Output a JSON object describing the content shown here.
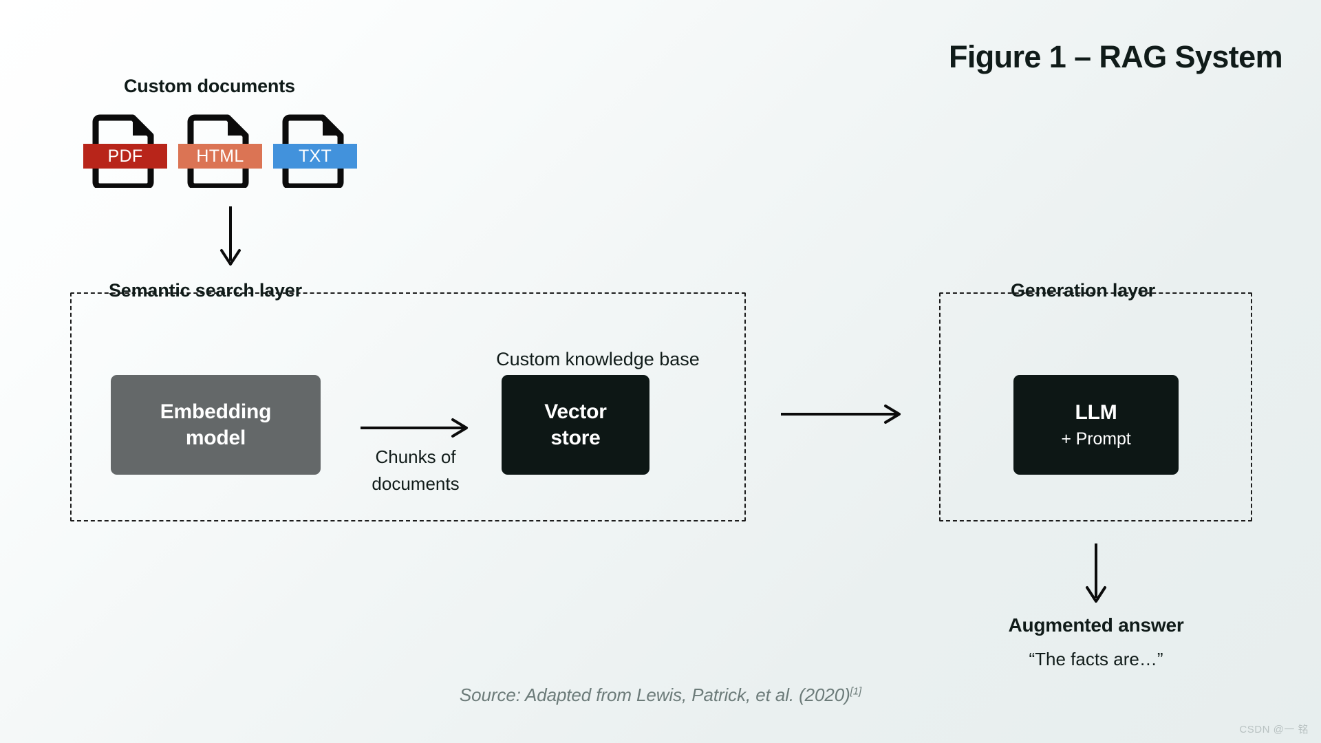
{
  "figure": {
    "title": "Figure 1 – RAG System"
  },
  "documents": {
    "heading": "Custom documents",
    "items": [
      {
        "label": "PDF",
        "color": "#B8251A",
        "icon": "document-file-icon"
      },
      {
        "label": "HTML",
        "color": "#DB7454",
        "icon": "document-file-icon"
      },
      {
        "label": "TXT",
        "color": "#4292DC",
        "icon": "document-file-icon"
      }
    ]
  },
  "semantic_layer": {
    "label": "Semantic search layer",
    "embedding_box": {
      "line1": "Embedding",
      "line2": "model",
      "bg": "#646869",
      "text_color": "#FFFFFF"
    },
    "chunks_caption": "Chunks of\ndocuments",
    "knowledge_base_caption": "Custom knowledge base",
    "vector_box": {
      "line1": "Vector",
      "line2": "store",
      "bg": "#0D1715",
      "text_color": "#FFFFFF"
    }
  },
  "generation_layer": {
    "label": "Generation layer",
    "llm_box": {
      "title": "LLM",
      "subtitle": "+ Prompt",
      "bg": "#0D1715",
      "text_color": "#FFFFFF"
    }
  },
  "output": {
    "heading": "Augmented answer",
    "quote": "“The facts are…”"
  },
  "source": {
    "text": "Source: Adapted from Lewis, Patrick, et al. (2020)",
    "superscript": "[1]"
  },
  "watermark": {
    "text": "CSDN @一 铭"
  },
  "arrows": {
    "docs_to_layer": "arrow-down-icon",
    "embedding_to_vector": "arrow-right-icon",
    "semantic_to_generation": "arrow-right-icon",
    "llm_to_answer": "arrow-down-icon"
  },
  "theme": {
    "background_from": "#FFFFFF",
    "background_to": "#E7EEEE",
    "ink": "#101B19",
    "dashed_border": "#1B1B1B",
    "muted": "#6C7B79"
  }
}
